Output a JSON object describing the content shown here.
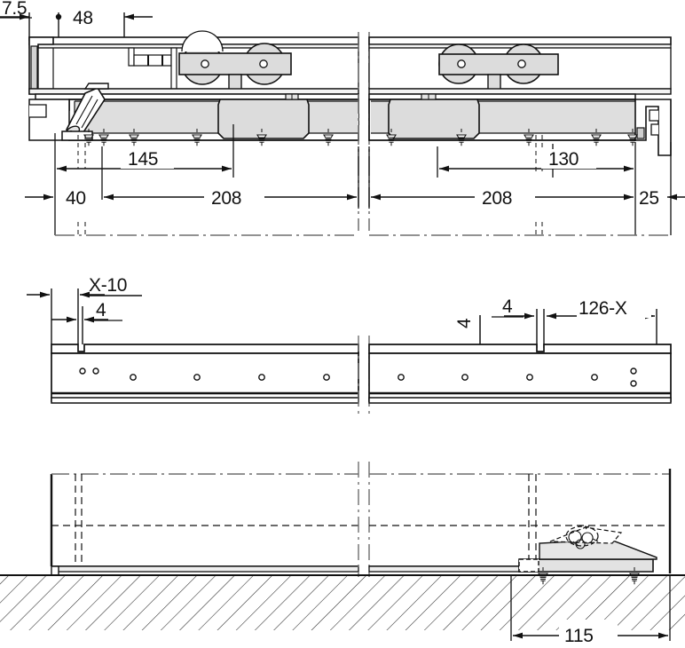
{
  "drawing": {
    "title": "Sliding door fitting installation drawing",
    "units": "mm",
    "line_color": "#1a1a1a",
    "fill_light": "#e8e8e8",
    "fill_mid": "#d9d9d9",
    "fill_white": "#ffffff",
    "hatch_color": "#2a2a2a"
  },
  "views": {
    "top": {
      "name": "top-section-view",
      "dimensions": {
        "offset_top_left": "7.5",
        "bracket_spacing": "48",
        "left_edge": "40",
        "left_carriage": "145",
        "left_panel": "208",
        "right_panel": "208",
        "right_carriage": "130",
        "right_edge": "25"
      }
    },
    "middle": {
      "name": "rail-profile-view",
      "dimensions": {
        "left_offset": "X-10",
        "left_notch": "4",
        "right_notch_v": "4",
        "right_notch": "4",
        "right_offset": "126-X"
      }
    },
    "bottom": {
      "name": "elevation-view",
      "dimensions": {
        "floor_guide": "115"
      }
    }
  },
  "labels": {
    "d_7_5": "7.5",
    "d_48": "48",
    "d_145": "145",
    "d_130": "130",
    "d_40": "40",
    "d_208_left": "208",
    "d_208_right": "208",
    "d_25": "25",
    "d_x10": "X-10",
    "d_4_left": "4",
    "d_4_vert": "4",
    "d_4_right": "4",
    "d_126x": "126-X",
    "d_115": "115"
  }
}
